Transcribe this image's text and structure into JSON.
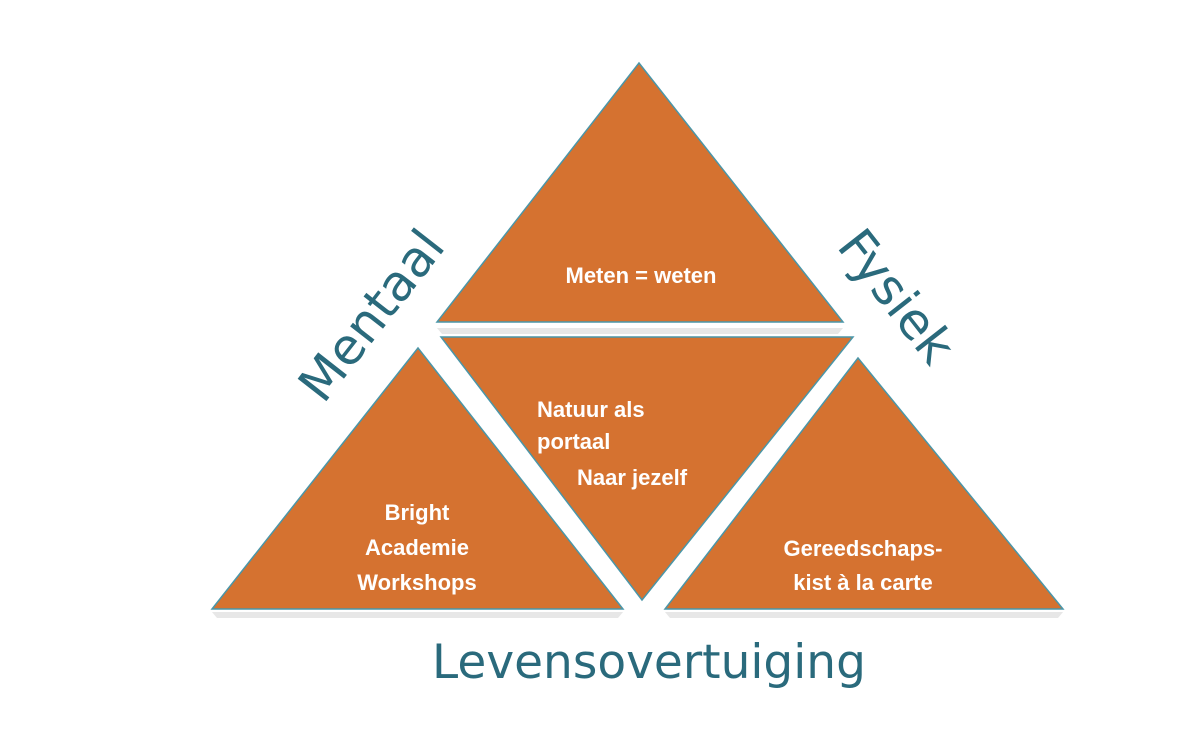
{
  "diagram": {
    "side_left": "Mentaal",
    "side_right": "Fysiek",
    "base": "Levensovertuiging",
    "triangles": {
      "top": {
        "lines": [
          "Meten = weten"
        ]
      },
      "middle": {
        "lines": [
          "Natuur als",
          "portaal",
          "Naar jezelf"
        ]
      },
      "left": {
        "lines": [
          "Bright",
          "Academie",
          "Workshops"
        ]
      },
      "right": {
        "lines": [
          "Gereedschaps-",
          "kist à la carte"
        ]
      }
    },
    "colors": {
      "triangle_fill": "#d57230",
      "triangle_edge": "#4a96a8",
      "text_teal": "#2a6a7c",
      "triangle_text": "#ffffff"
    }
  }
}
